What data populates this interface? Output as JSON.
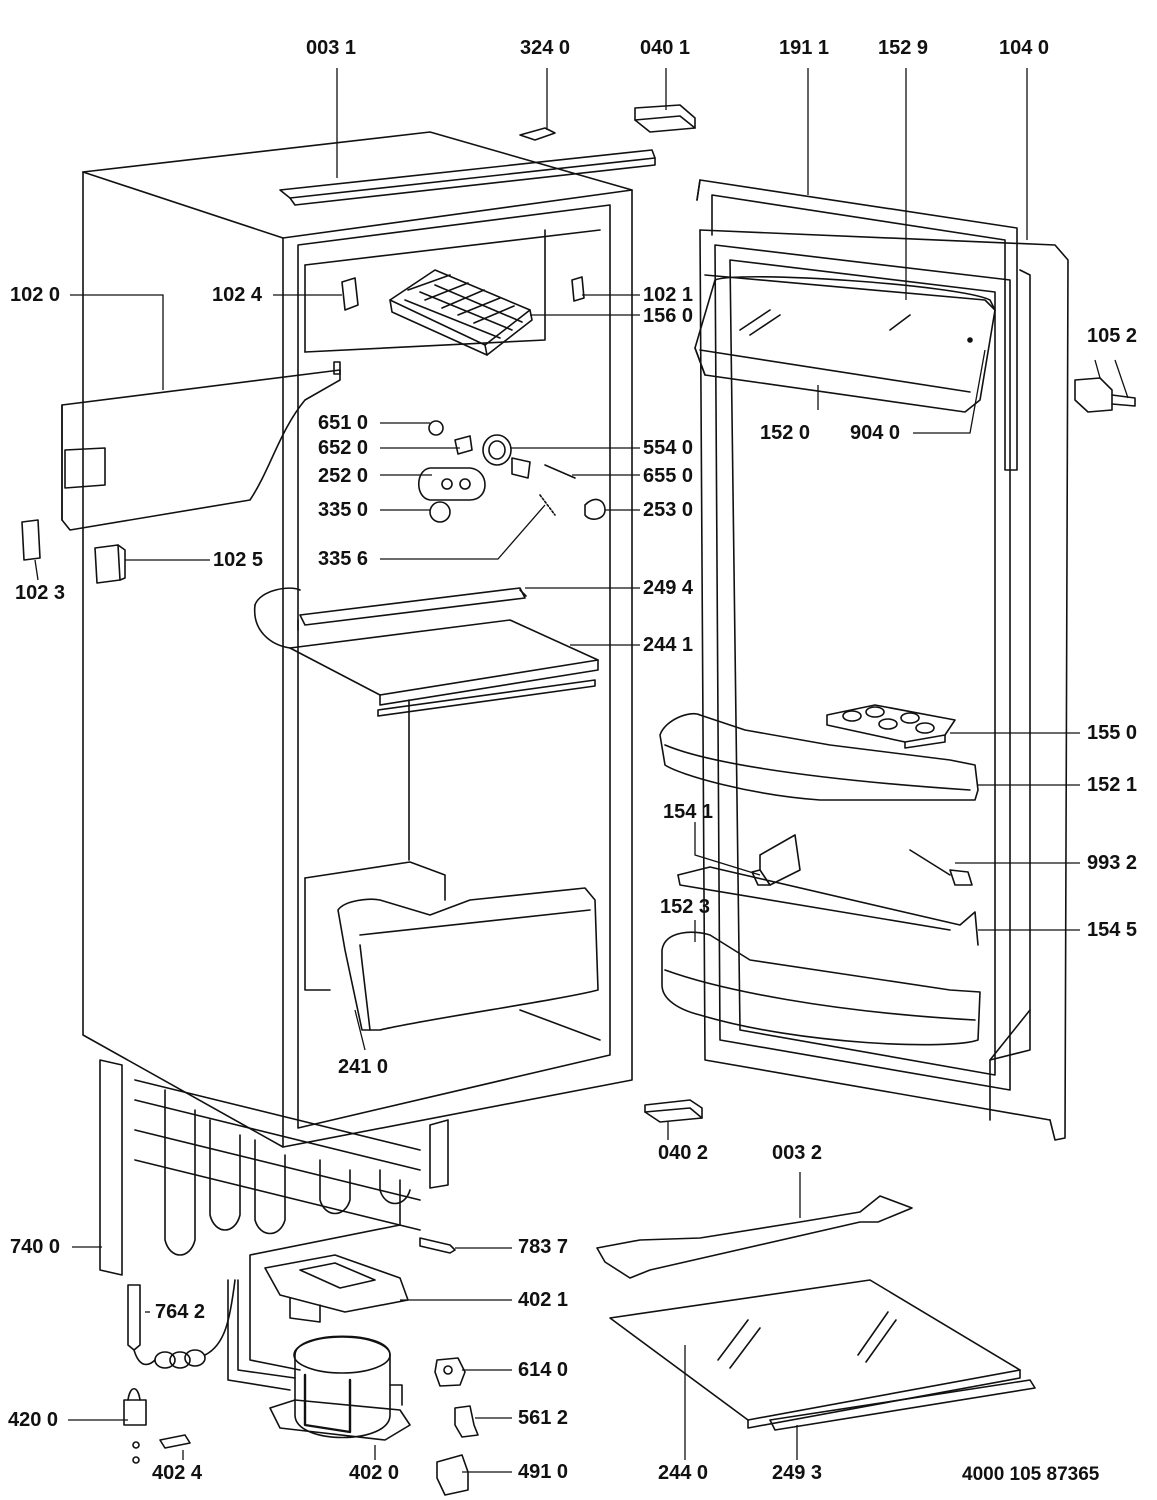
{
  "reference": "4000 105 87365",
  "labels": {
    "l0031": "003 1",
    "l3240": "324 0",
    "l0401": "040 1",
    "l1911": "191 1",
    "l1529": "152 9",
    "l1040": "104 0",
    "l1020": "102 0",
    "l1024": "102 4",
    "l1021": "102 1",
    "l1560": "156 0",
    "l1052": "105 2",
    "l6510": "651 0",
    "l6520": "652 0",
    "l5540": "554 0",
    "l2520": "252 0",
    "l6550": "655 0",
    "l3350": "335 0",
    "l2530": "253 0",
    "l1520": "152 0",
    "l9040": "904 0",
    "l1023": "102 3",
    "l1025": "102 5",
    "l3356": "335 6",
    "l2494": "249 4",
    "l2441": "244 1",
    "l1550": "155 0",
    "l1521": "152 1",
    "l1541": "154 1",
    "l9932": "993 2",
    "l1523": "152 3",
    "l1545": "154 5",
    "l2410": "241 0",
    "l0402": "040 2",
    "l0032": "003 2",
    "l7400": "740 0",
    "l7837": "783 7",
    "l7642": "764 2",
    "l4021": "402 1",
    "l6140": "614 0",
    "l4200": "420 0",
    "l5612": "561 2",
    "l4024": "402 4",
    "l4020": "402 0",
    "l4910": "491 0",
    "l2440": "244 0",
    "l2493": "249 3"
  }
}
